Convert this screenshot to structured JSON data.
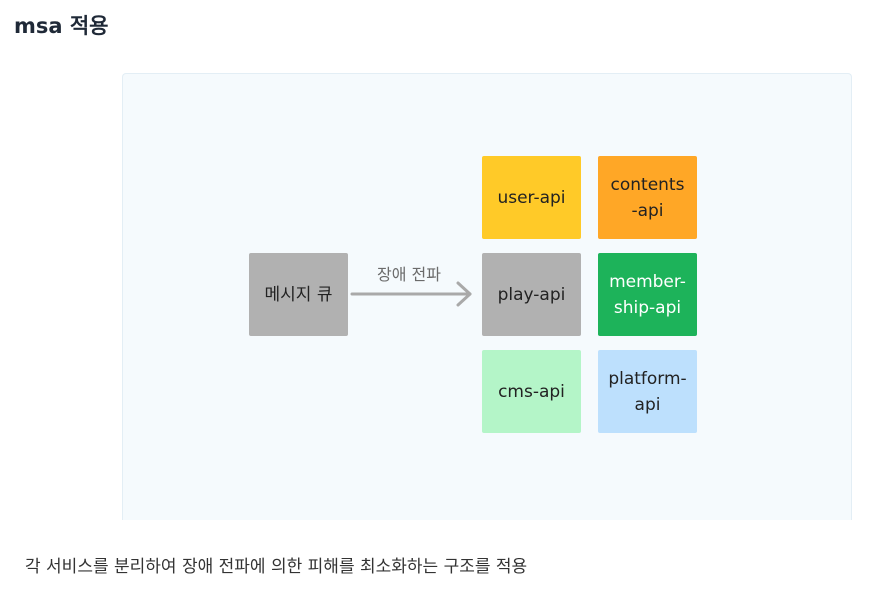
{
  "page": {
    "heading": "msa 적용",
    "caption": "각 서비스를 분리하여 장애 전파에 의한 피해를 최소화하는 구조를 적용"
  },
  "diagram": {
    "source": {
      "label": "메시지 큐",
      "color": "#b1b1b1"
    },
    "arrow": {
      "label": "장애 전파",
      "color": "#a9a9a9"
    },
    "services": [
      {
        "label": "user-api",
        "color": "#ffca28"
      },
      {
        "label": "contents\n-api",
        "color": "#ffa726"
      },
      {
        "label": "play-api",
        "color": "#b1b1b1"
      },
      {
        "label": "member-\nship-api",
        "color": "#1db35a"
      },
      {
        "label": "cms-api",
        "color": "#b4f5c8"
      },
      {
        "label": "platform-\napi",
        "color": "#bde0fd"
      }
    ]
  }
}
